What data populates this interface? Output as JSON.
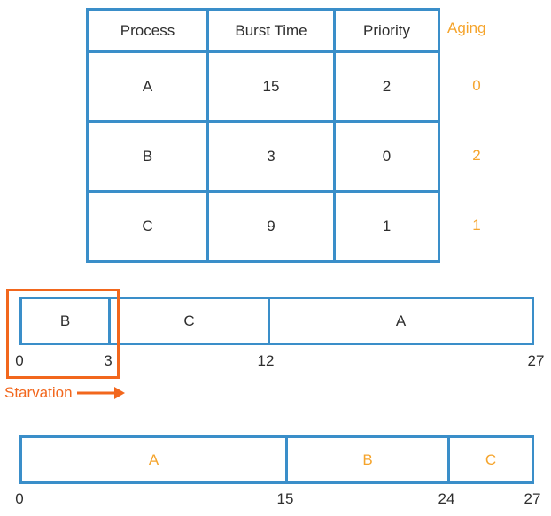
{
  "colors": {
    "blue": "#3a8ec9",
    "aging_orange": "#f5a42c",
    "starvation_orange": "#f2671d",
    "text": "#2e2e2e"
  },
  "table": {
    "headers": [
      "Process",
      "Burst Time",
      "Priority"
    ],
    "rows": [
      {
        "process": "A",
        "burst_time": "15",
        "priority": "2"
      },
      {
        "process": "B",
        "burst_time": "3",
        "priority": "0"
      },
      {
        "process": "C",
        "burst_time": "9",
        "priority": "1"
      }
    ]
  },
  "aging": {
    "label": "Aging",
    "values": [
      "0",
      "2",
      "1"
    ]
  },
  "starvation": {
    "label": "Starvation"
  },
  "chart_data": [
    {
      "type": "gantt",
      "segments": [
        {
          "process": "B",
          "start": 0,
          "end": 3
        },
        {
          "process": "C",
          "start": 3,
          "end": 12
        },
        {
          "process": "A",
          "start": 12,
          "end": 27
        }
      ],
      "ticks": [
        "0",
        "3",
        "12",
        "27"
      ],
      "annotation": "Starvation highlighted on segment B (0-3)"
    },
    {
      "type": "gantt",
      "segments": [
        {
          "process": "A",
          "start": 0,
          "end": 15
        },
        {
          "process": "B",
          "start": 15,
          "end": 24
        },
        {
          "process": "C",
          "start": 24,
          "end": 27
        }
      ],
      "ticks": [
        "0",
        "15",
        "24",
        "27"
      ]
    }
  ]
}
